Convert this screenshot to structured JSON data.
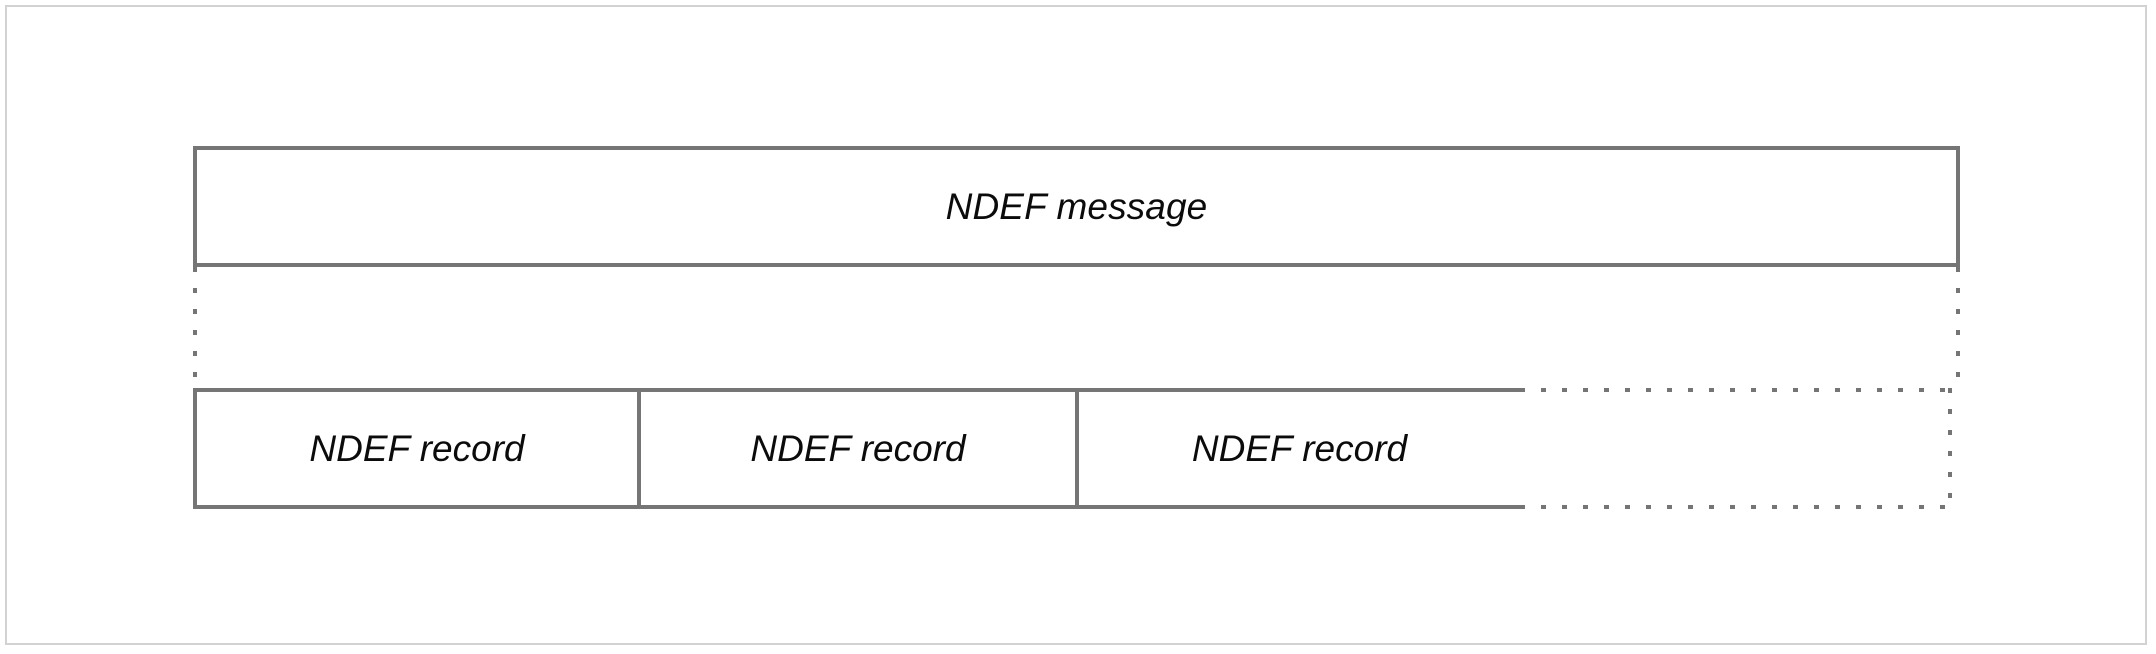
{
  "figure": {
    "kind": "block-diagram",
    "caption": "",
    "colors": {
      "box_border": "#757575",
      "page_border": "#d2d2d2",
      "text": "#0b0b0b",
      "background": "#ffffff"
    }
  },
  "message": {
    "label": "NDEF message"
  },
  "records": {
    "items": [
      {
        "label": "NDEF record"
      },
      {
        "label": "NDEF record"
      },
      {
        "label": "NDEF record"
      }
    ],
    "continuation": {
      "label": "",
      "style": "dotted",
      "meaning": "more records (unbounded)"
    }
  },
  "connectors": {
    "left": {
      "style": "dotted",
      "label": ""
    },
    "right": {
      "style": "dotted",
      "label": ""
    }
  }
}
